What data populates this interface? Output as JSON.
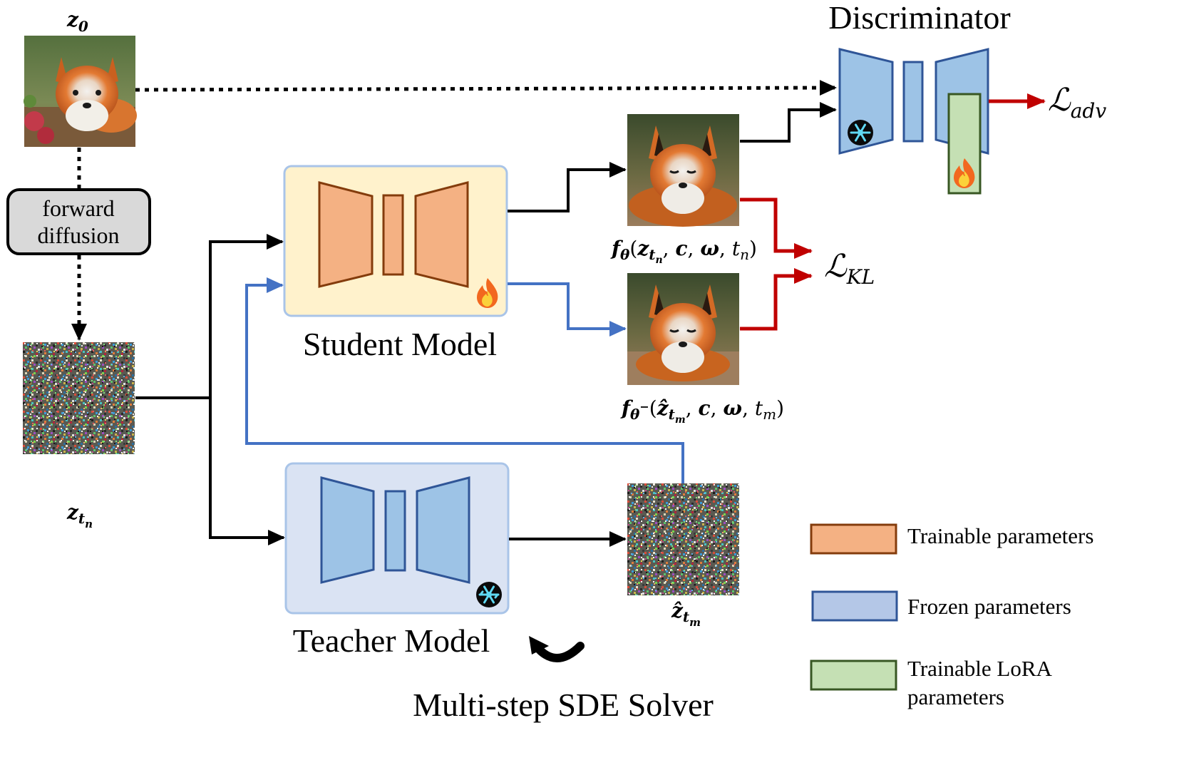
{
  "labels": {
    "z0_main": "z",
    "z0_sub": "0",
    "forward_line1": "forward",
    "forward_line2": "diffusion",
    "ztn_main": "z",
    "ztn_sub": "t",
    "ztn_subsub": "n",
    "student_model": "Student Model",
    "teacher_model": "Teacher Model",
    "solver": "Multi-step SDE Solver",
    "discriminator": "Discriminator",
    "loss_adv_symbol": "ℒ",
    "loss_adv_sub": "adv",
    "loss_kl_symbol": "ℒ",
    "loss_kl_sub": "KL",
    "ftheta_f": "f",
    "ftheta_sub": "θ",
    "ftheta_args_open": "(",
    "ftheta_z": "z",
    "ftheta_z_sub": "t",
    "ftheta_z_subsub": "n",
    "ftheta_rest1": ", ",
    "ftheta_c": "c",
    "ftheta_rest2": ", ",
    "ftheta_w": "ω",
    "ftheta_rest3": ", ",
    "ftheta_t": "t",
    "ftheta_t_sub": "n",
    "ftheta_close": ")",
    "fminus_f": "f",
    "fminus_sub": "θ",
    "fminus_sup": "−",
    "fminus_open": "(",
    "fminus_z": "ẑ",
    "fminus_z_sub": "t",
    "fminus_z_subsub": "m",
    "fminus_rest1": ", ",
    "fminus_c": "c",
    "fminus_rest2": ", ",
    "fminus_w": "ω",
    "fminus_rest3": ", ",
    "fminus_t": "t",
    "fminus_t_sub": "m",
    "fminus_close": ")",
    "zhat_main": "ẑ",
    "zhat_sub": "t",
    "zhat_subsub": "m"
  },
  "legend": {
    "trainable": "Trainable parameters",
    "frozen": "Frozen parameters",
    "lora_line1": "Trainable LoRA",
    "lora_line2": "parameters"
  },
  "icons": {
    "student_state": "fire-icon",
    "teacher_state": "snowflake-icon",
    "discriminator_state": "snowflake-icon",
    "lora_state": "fire-icon"
  },
  "colors": {
    "trainable_fill": "#f4b183",
    "trainable_stroke": "#843c0c",
    "frozen_fill": "#9dc3e6",
    "frozen_stroke": "#2f5597",
    "lora_fill": "#c5e0b4",
    "lora_stroke": "#385723",
    "student_bg": "#fff2cc",
    "teacher_bg": "#dae3f3",
    "arrow_black": "#000000",
    "arrow_blue": "#4472c4",
    "arrow_red": "#c00000"
  }
}
